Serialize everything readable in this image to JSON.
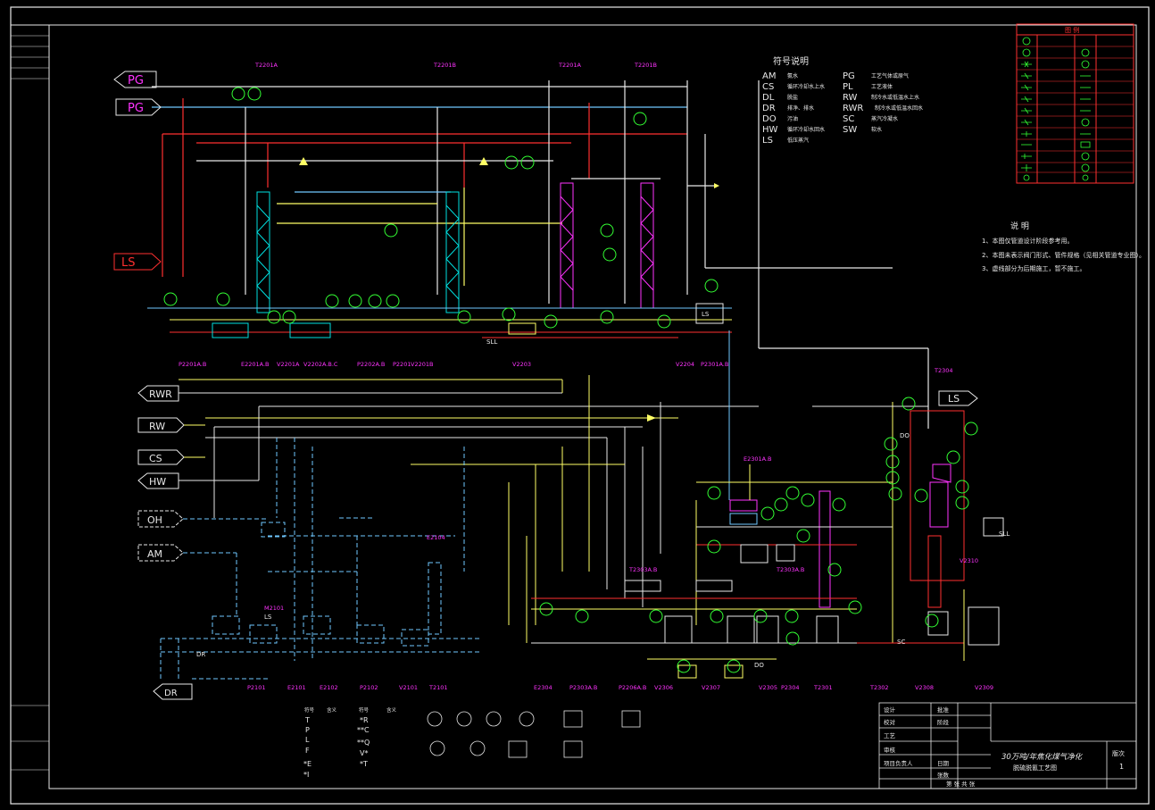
{
  "drawing": {
    "stream_tags": [
      {
        "label": "PG"
      },
      {
        "label": "PG"
      },
      {
        "label": "LS"
      },
      {
        "label": "RWR"
      },
      {
        "label": "RW"
      },
      {
        "label": "CS"
      },
      {
        "label": "HW"
      },
      {
        "label": "OH"
      },
      {
        "label": "AM"
      },
      {
        "label": "DR"
      },
      {
        "label": "LS"
      }
    ],
    "equipment_tags": [
      "T2201A",
      "T2201B",
      "T2201A",
      "T2201B",
      "P2201A.B",
      "E2201A.B",
      "V2201A",
      "V2202A.B.C",
      "P2202A.B",
      "P2201",
      "V2201B",
      "V2203",
      "V2204",
      "P2301A.B",
      "P2101",
      "E2101",
      "E2102",
      "P2102",
      "V2101",
      "T2101",
      "E2304",
      "P2303A.B",
      "P2206A.B",
      "V2306",
      "V2307",
      "V2305",
      "P2304",
      "T2301",
      "T2302",
      "V2310",
      "V2309",
      "T2303A.B",
      "V2308",
      "E2301A.B",
      "T2303A.B",
      "T2304",
      "M2101",
      "E2104"
    ],
    "process_labels": [
      "DO",
      "SC",
      "DO",
      "LS",
      "SLL",
      "SLL",
      "LS",
      "DR"
    ]
  },
  "legend": {
    "symbols_title": "符号说明",
    "codes_left": [
      {
        "code": "AM",
        "desc": "氨水"
      },
      {
        "code": "CS",
        "desc": "循环冷却水上水"
      },
      {
        "code": "DL",
        "desc": "脱盐"
      },
      {
        "code": "DR",
        "desc": "排净、排水"
      },
      {
        "code": "DO",
        "desc": "污油"
      },
      {
        "code": "HW",
        "desc": "循环冷却水回水"
      },
      {
        "code": "LS",
        "desc": "低压蒸汽"
      }
    ],
    "codes_right": [
      {
        "code": "PG",
        "desc": "工艺气体或原气"
      },
      {
        "code": "PL",
        "desc": "工艺液体"
      },
      {
        "code": "RW",
        "desc": "制冷水或低温水上水"
      },
      {
        "code": "RWR",
        "desc": "制冷水或低温水回水"
      },
      {
        "code": "SC",
        "desc": "蒸汽冷凝水"
      },
      {
        "code": "SW",
        "desc": "软水"
      }
    ],
    "box_title": "图  例"
  },
  "notes": {
    "title": "说  明",
    "items": [
      "1、本图仅管道设计阶段参考用。",
      "2、本图未表示阀门形式、管件规格（见相关管道专业图）。",
      "3、虚线部分为后期施工，暂不施工。"
    ]
  },
  "instrument_legend": {
    "col_headers": [
      "符号",
      "含义",
      "符号",
      "含义"
    ],
    "col1": [
      "T",
      "P",
      "L",
      "F",
      "*E",
      "*I"
    ],
    "col3": [
      "*R",
      "**C",
      "**Q",
      "V*",
      "*T"
    ]
  },
  "title_block": {
    "project": "30万吨/年焦化煤气净化",
    "drawing_name": "脱硫脱氰工艺图",
    "version_label": "版次",
    "version": "1",
    "rows": [
      "设计",
      "校对",
      "工艺",
      "审核",
      "项目负责人"
    ],
    "right_rows": [
      "批准",
      "阶段",
      "日期",
      "张数"
    ],
    "sheet_label": "第 张 共 张"
  },
  "colors": {
    "background": "#000000",
    "line_main": "#e8e8e8",
    "line_gas": "#ff3030",
    "line_liquid": "#ffff66",
    "line_water": "#6fc8ff",
    "equipment": "#ff33ff",
    "instrument": "#33ff33",
    "accent": "#00e0e0"
  }
}
